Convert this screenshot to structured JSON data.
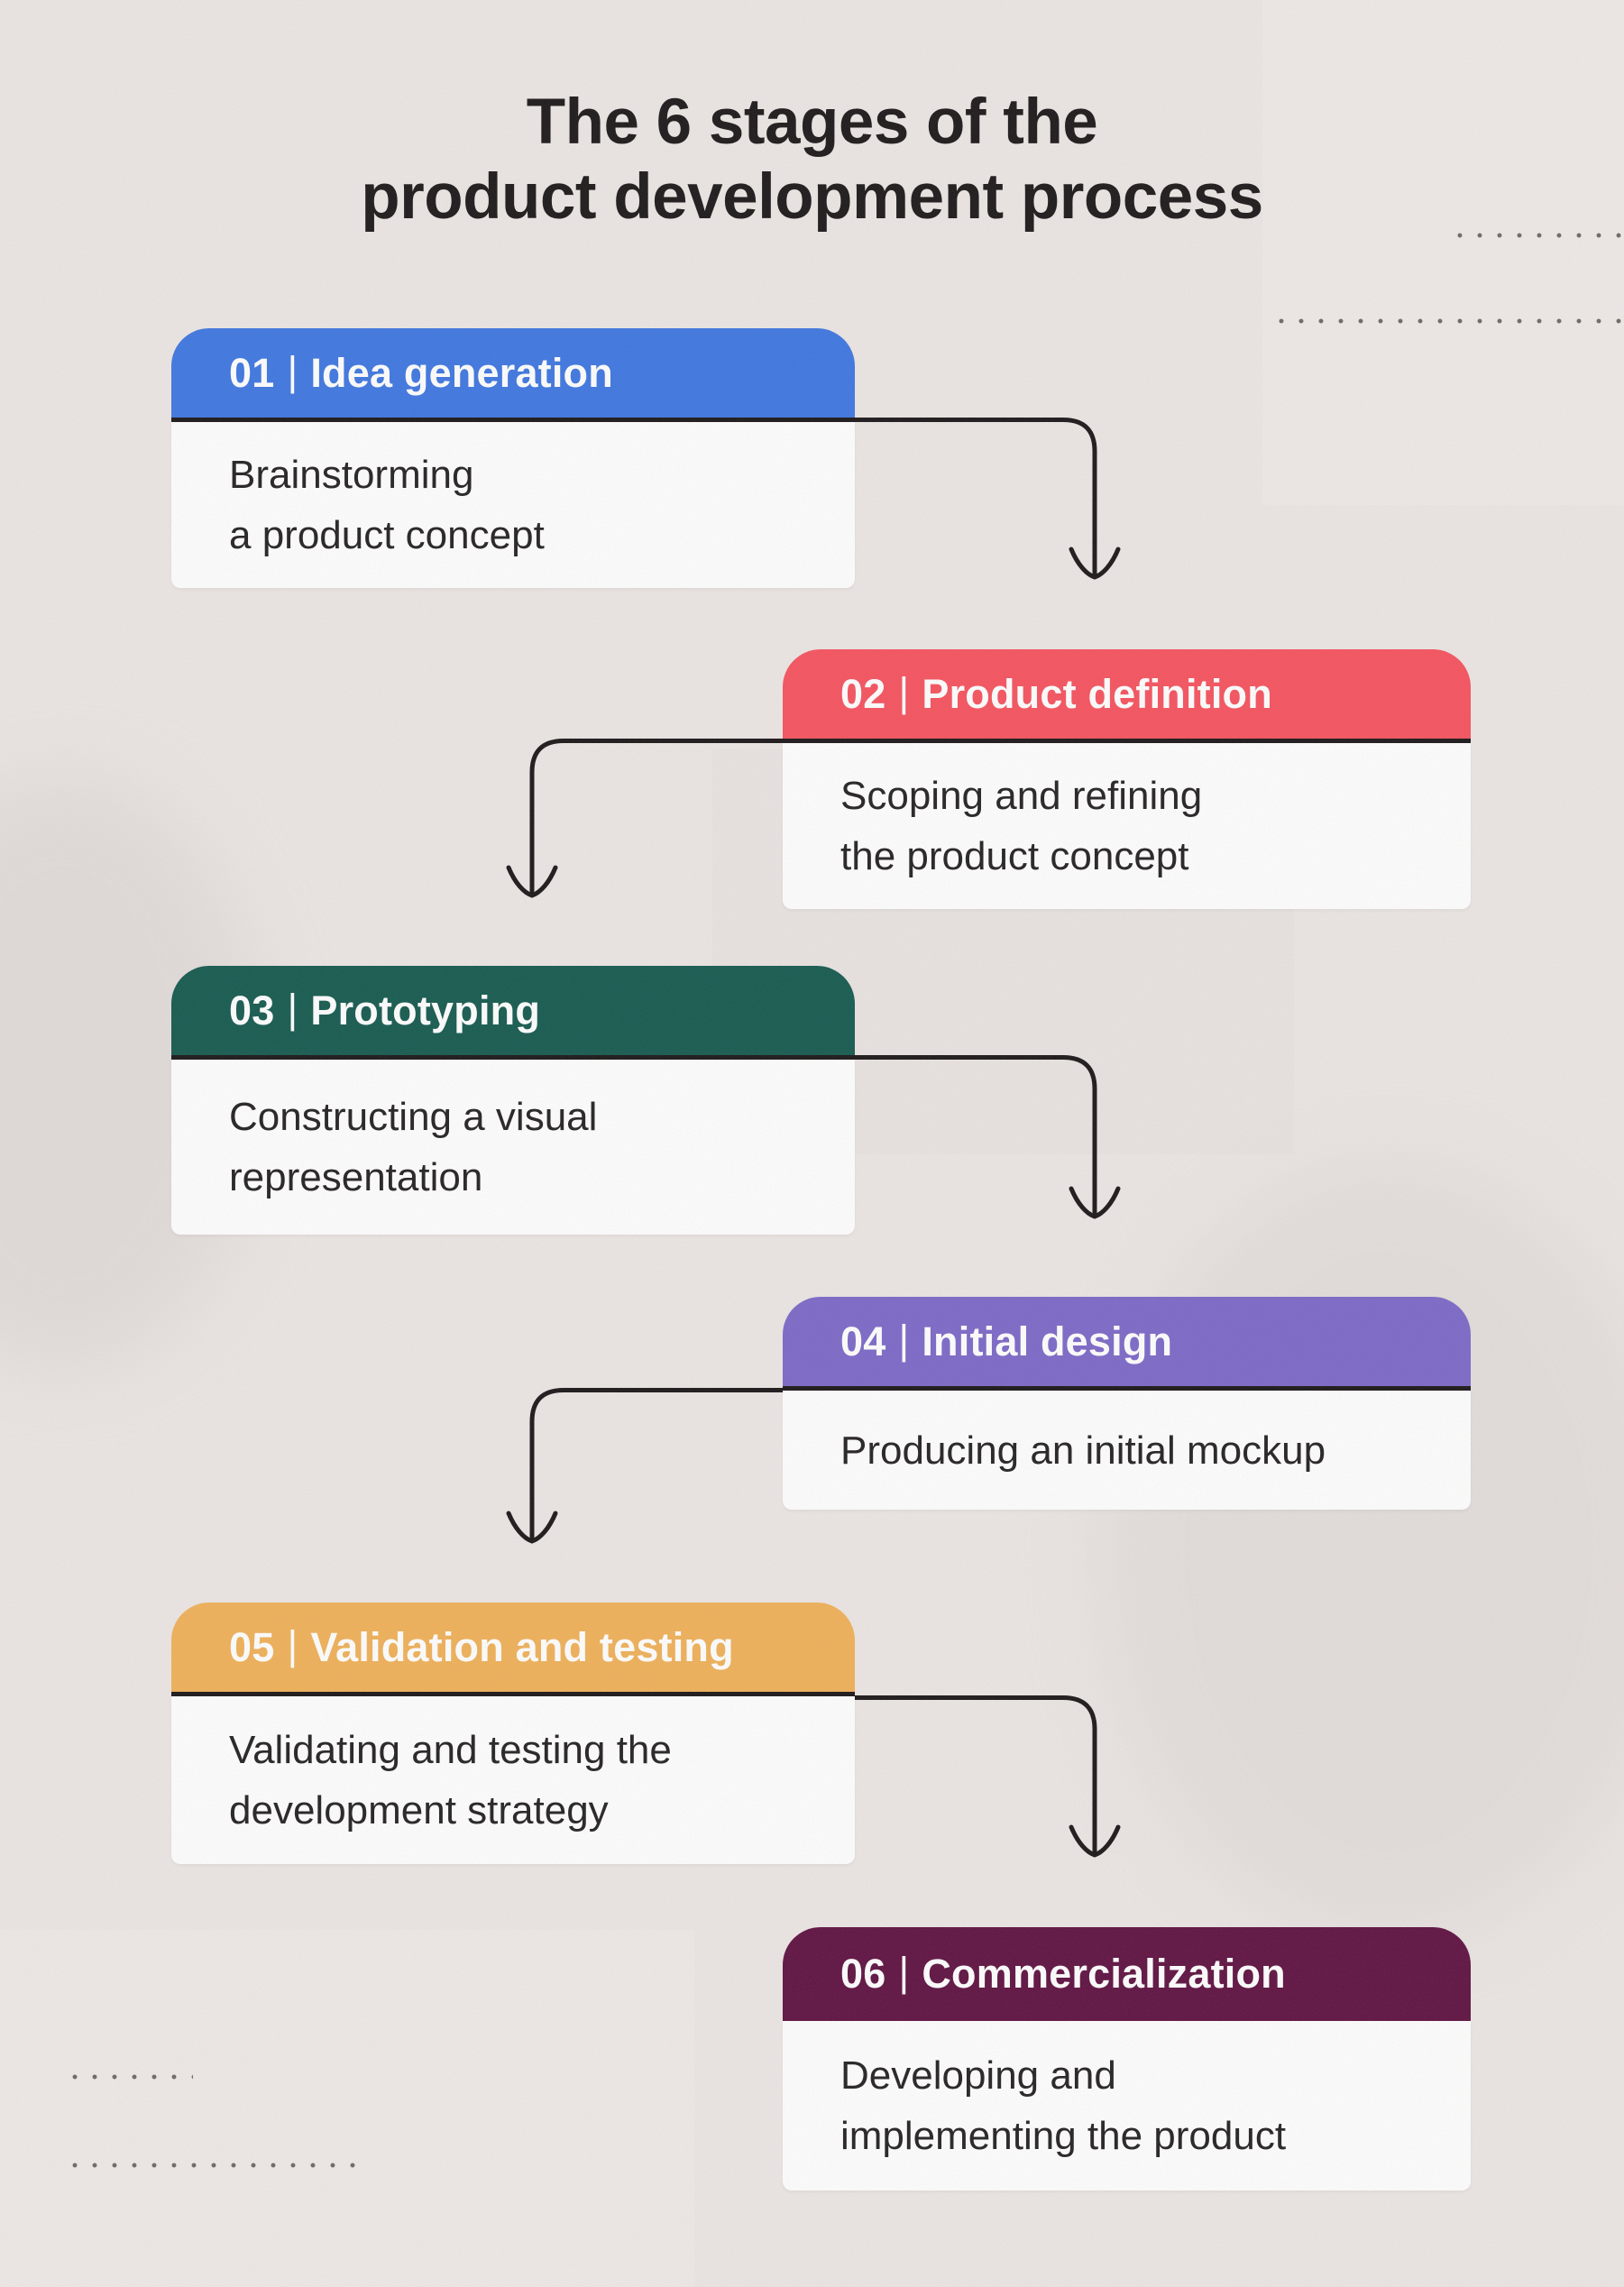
{
  "title": {
    "line1": "The 6 stages of the",
    "line2": "product development process"
  },
  "ui": {
    "separator": "|"
  },
  "colors": {
    "background": "#ece6e4",
    "connector": "#1a1516",
    "card_body": "#ffffff",
    "text": "#232021"
  },
  "stages": [
    {
      "number": "01",
      "name": "Idea generation",
      "color": "#3d76e1",
      "lines": [
        "Brainstorming",
        "a product concept"
      ]
    },
    {
      "number": "02",
      "name": "Product definition",
      "color": "#f6525e",
      "lines": [
        "Scoping and refining",
        "the product concept"
      ]
    },
    {
      "number": "03",
      "name": "Prototyping",
      "color": "#14594e",
      "lines": [
        "Constructing a visual",
        "representation"
      ]
    },
    {
      "number": "04",
      "name": "Initial design",
      "color": "#7b68c8",
      "lines": [
        "Producing an initial mockup"
      ]
    },
    {
      "number": "05",
      "name": "Validation and testing",
      "color": "#f0b158",
      "lines": [
        "Validating and testing the",
        "development strategy"
      ]
    },
    {
      "number": "06",
      "name": "Commercialization",
      "color": "#5e1040",
      "lines": [
        "Developing and",
        "implementing the product"
      ]
    }
  ]
}
